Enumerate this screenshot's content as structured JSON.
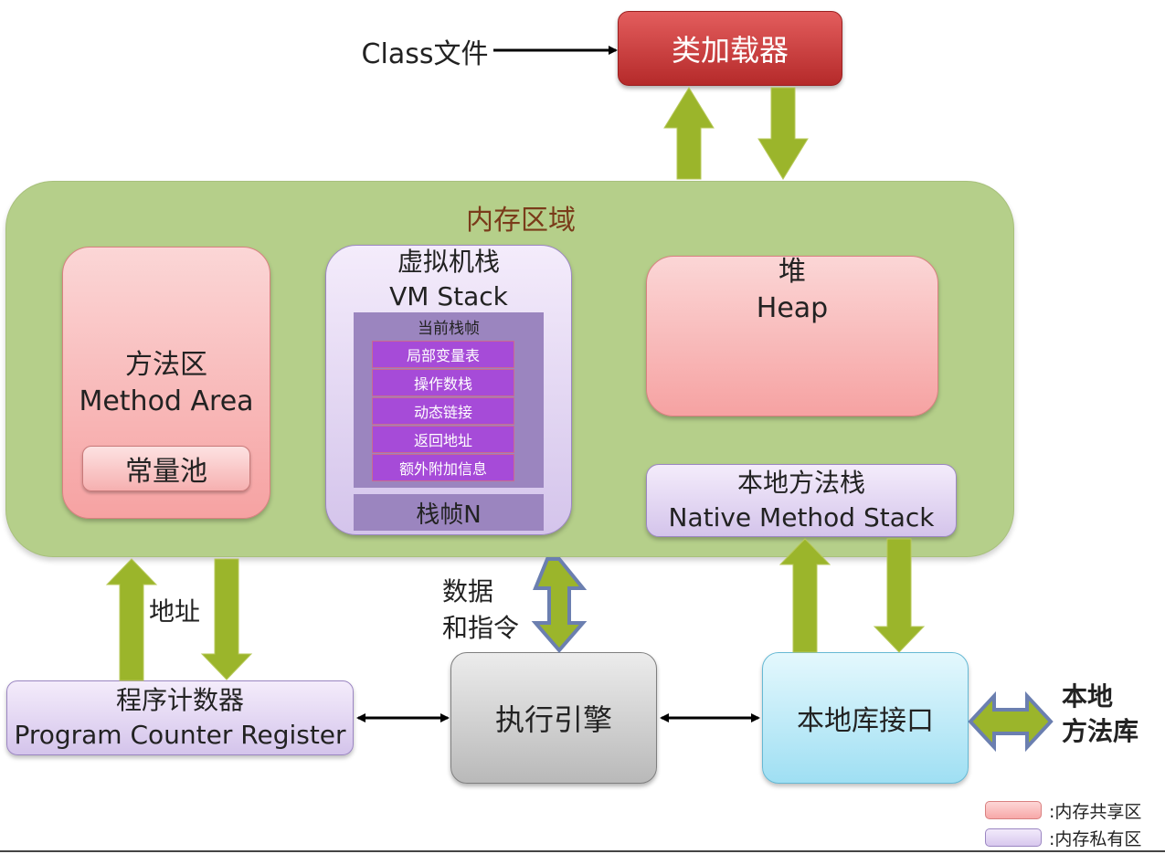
{
  "class_file": "Class文件",
  "class_loader": "类加载器",
  "memory_region": {
    "title": "内存区域"
  },
  "method_area": {
    "title_cn": "方法区",
    "title_en": "Method Area",
    "constant_pool": "常量池"
  },
  "vm_stack": {
    "title_cn": "虚拟机栈",
    "title_en": "VM Stack",
    "current_frame": "当前栈帧",
    "frame_items": [
      "局部变量表",
      "操作数栈",
      "动态链接",
      "返回地址",
      "额外附加信息"
    ],
    "frame_n": "栈帧N"
  },
  "heap": {
    "title_cn": "堆",
    "title_en": "Heap"
  },
  "native_method_stack": {
    "title_cn": "本地方法栈",
    "title_en": "Native Method Stack"
  },
  "pc_register": {
    "title_cn": "程序计数器",
    "title_en": "Program Counter Register"
  },
  "execution_engine": "执行引擎",
  "native_interface": "本地库接口",
  "native_library": {
    "line1": "本地",
    "line2": "方法库"
  },
  "labels": {
    "address": "地址",
    "data_line1": "数据",
    "data_line2": "和指令"
  },
  "legend": [
    {
      "text": ":内存共享区",
      "color": "#f7b0b0"
    },
    {
      "text": ":内存私有区",
      "color": "#ddd0f0"
    }
  ],
  "colors": {
    "green_arrow": "#9bb52b",
    "region": "#b5cf8a",
    "loader": "#c23737"
  }
}
